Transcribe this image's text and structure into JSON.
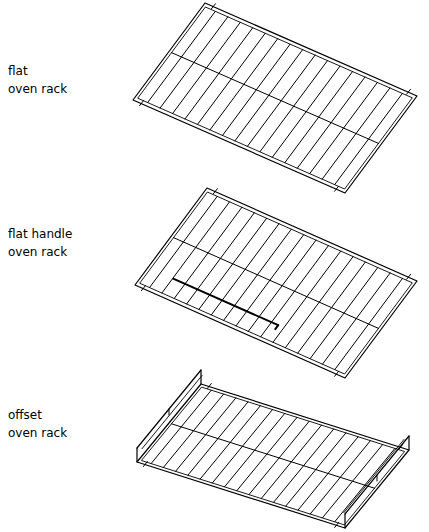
{
  "diagram": {
    "labels": [
      "flat oven rack",
      "flat handle oven rack",
      "offset oven rack"
    ]
  }
}
